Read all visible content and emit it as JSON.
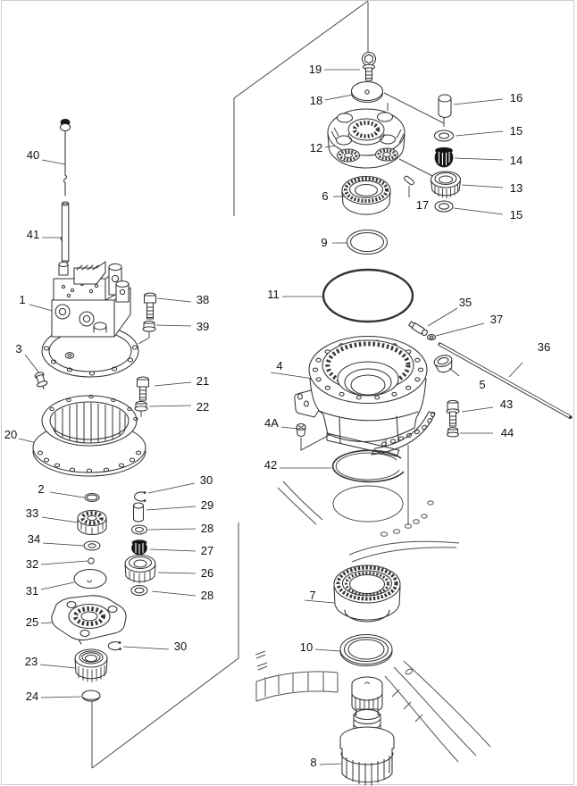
{
  "colors": {
    "ink": "#333333",
    "label_text": "#111111",
    "dark_fill": "#151515",
    "page_border": "#cccccc",
    "background": "#ffffff"
  },
  "callouts": {
    "c40": {
      "label": "40"
    },
    "c41": {
      "label": "41"
    },
    "c1": {
      "label": "1"
    },
    "c3": {
      "label": "3"
    },
    "c20": {
      "label": "20"
    },
    "c2": {
      "label": "2"
    },
    "c33": {
      "label": "33"
    },
    "c34": {
      "label": "34"
    },
    "c32": {
      "label": "32"
    },
    "c31": {
      "label": "31"
    },
    "c25": {
      "label": "25"
    },
    "c23": {
      "label": "23"
    },
    "c24": {
      "label": "24"
    },
    "c38": {
      "label": "38"
    },
    "c39": {
      "label": "39"
    },
    "c21": {
      "label": "21"
    },
    "c22": {
      "label": "22"
    },
    "c30a": {
      "label": "30"
    },
    "c29": {
      "label": "29"
    },
    "c28a": {
      "label": "28"
    },
    "c27": {
      "label": "27"
    },
    "c26": {
      "label": "26"
    },
    "c28b": {
      "label": "28"
    },
    "c30b": {
      "label": "30"
    },
    "c19": {
      "label": "19"
    },
    "c18": {
      "label": "18"
    },
    "c12": {
      "label": "12"
    },
    "c6": {
      "label": "6"
    },
    "c9": {
      "label": "9"
    },
    "c16": {
      "label": "16"
    },
    "c15a": {
      "label": "15"
    },
    "c14": {
      "label": "14"
    },
    "c13": {
      "label": "13"
    },
    "c17": {
      "label": "17"
    },
    "c15b": {
      "label": "15"
    },
    "c11": {
      "label": "11"
    },
    "c35": {
      "label": "35"
    },
    "c37": {
      "label": "37"
    },
    "c36": {
      "label": "36"
    },
    "c5": {
      "label": "5"
    },
    "c43": {
      "label": "43"
    },
    "c44": {
      "label": "44"
    },
    "c4": {
      "label": "4"
    },
    "c4a": {
      "label": "4A"
    },
    "c42": {
      "label": "42"
    },
    "c7": {
      "label": "7"
    },
    "c10": {
      "label": "10"
    },
    "c8": {
      "label": "8"
    }
  }
}
